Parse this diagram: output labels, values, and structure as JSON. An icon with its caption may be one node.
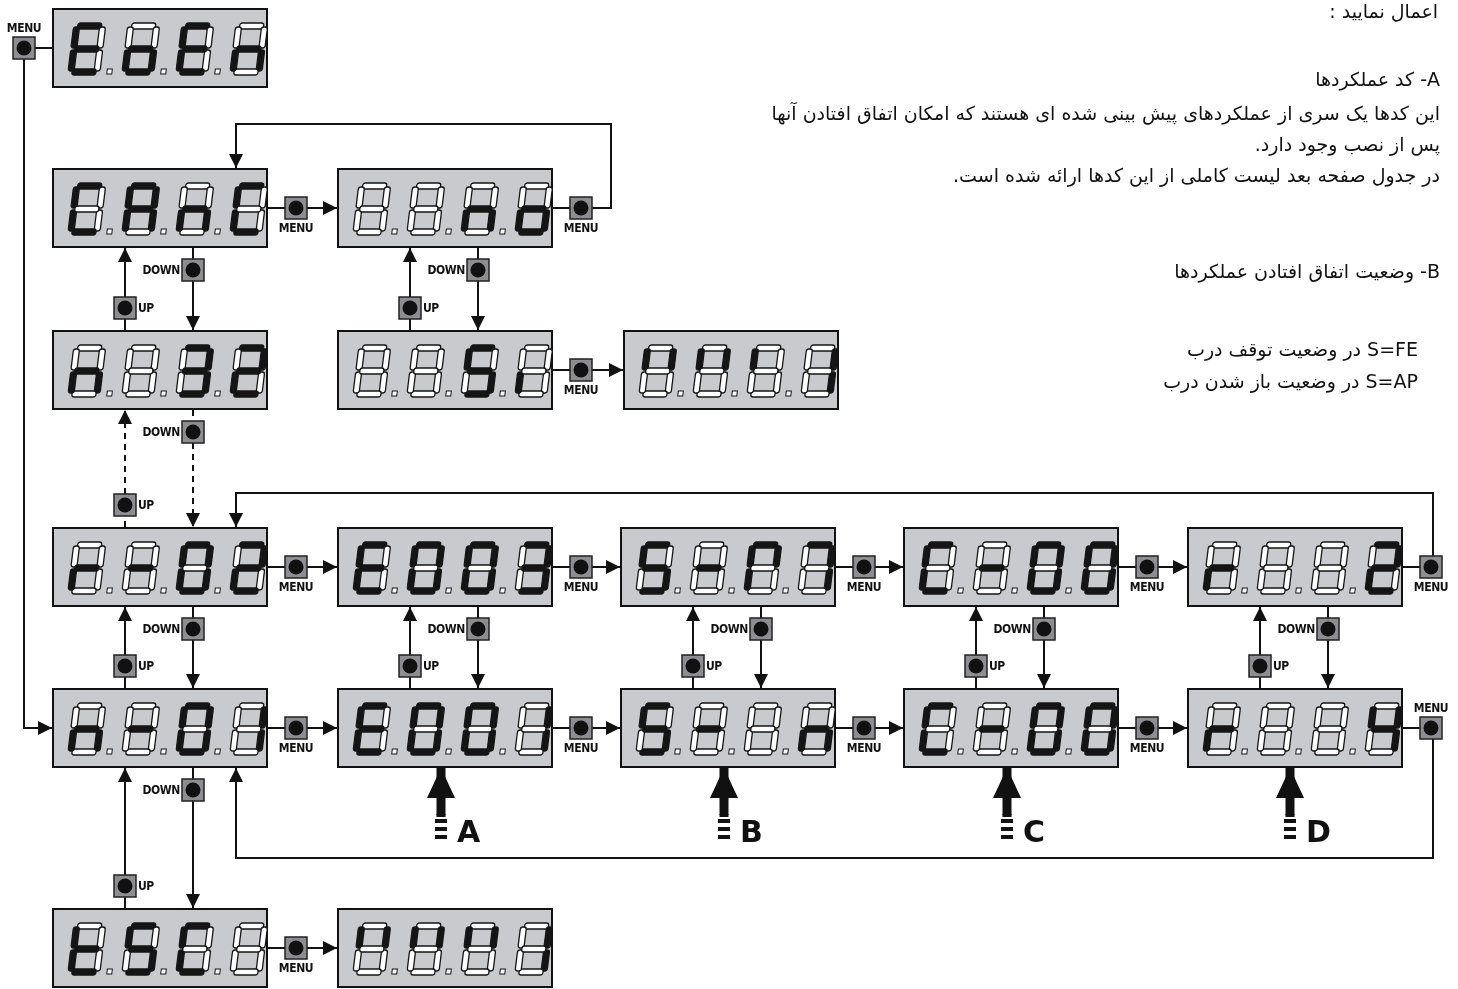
{
  "diagram": {
    "nodes": [
      {
        "text": [],
        "shape": "display"
      },
      {
        "text": [],
        "shape": "display"
      },
      {
        "text": [],
        "shape": "display"
      },
      {
        "text": [],
        "shape": "display"
      },
      {
        "text": [],
        "shape": "display"
      },
      {
        "text": [],
        "shape": "display"
      },
      {
        "text": [],
        "shape": "display"
      },
      {
        "text": [],
        "shape": "display"
      },
      {
        "text": [],
        "shape": "display"
      },
      {
        "text": [],
        "shape": "display"
      },
      {
        "text": [],
        "shape": "display"
      },
      {
        "text": [],
        "shape": "display"
      },
      {
        "text": [],
        "shape": "display"
      },
      {
        "text": [],
        "shape": "display"
      },
      {
        "text": [],
        "shape": "display"
      },
      {
        "text": [],
        "shape": "display"
      },
      {
        "text": [],
        "shape": "display"
      },
      {
        "text": [],
        "shape": "display"
      },
      {
        "text": [
          "A"
        ]
      },
      {
        "text": [
          "B"
        ]
      },
      {
        "text": [
          "C"
        ]
      },
      {
        "text": [
          "D"
        ]
      }
    ],
    "edges": [
      {
        "from": 0,
        "to": 11,
        "arrow": "to",
        "label": "MENU"
      },
      {
        "from": 1,
        "to": 2,
        "arrow": "to",
        "label": "MENU"
      },
      {
        "from": 2,
        "to": 1,
        "arrow": "to",
        "label": "MENU"
      },
      {
        "from": 1,
        "to": 3,
        "arrow": "to",
        "label": "DOWN"
      },
      {
        "from": 3,
        "to": 1,
        "arrow": "to",
        "label": "UP"
      },
      {
        "from": 2,
        "to": 4,
        "arrow": "to",
        "label": "DOWN"
      },
      {
        "from": 4,
        "to": 2,
        "arrow": "to",
        "label": "UP"
      },
      {
        "from": 4,
        "to": 5,
        "arrow": "to",
        "label": "MENU"
      },
      {
        "from": 3,
        "to": 6,
        "arrow": "to",
        "label": "DOWN",
        "style": "dashed"
      },
      {
        "from": 6,
        "to": 3,
        "arrow": "to",
        "label": "UP",
        "style": "dashed"
      },
      {
        "from": 6,
        "to": 7,
        "arrow": "to",
        "label": "MENU"
      },
      {
        "from": 7,
        "to": 8,
        "arrow": "to",
        "label": "MENU"
      },
      {
        "from": 8,
        "to": 9,
        "arrow": "to",
        "label": "MENU"
      },
      {
        "from": 9,
        "to": 10,
        "arrow": "to",
        "label": "MENU"
      },
      {
        "from": 10,
        "to": 6,
        "arrow": "to",
        "label": "MENU"
      },
      {
        "from": 6,
        "to": 11,
        "arrow": "to",
        "label": "DOWN"
      },
      {
        "from": 11,
        "to": 6,
        "arrow": "to",
        "label": "UP"
      },
      {
        "from": 7,
        "to": 12,
        "arrow": "to",
        "label": "DOWN"
      },
      {
        "from": 12,
        "to": 7,
        "arrow": "to",
        "label": "UP"
      },
      {
        "from": 8,
        "to": 13,
        "arrow": "to",
        "label": "DOWN"
      },
      {
        "from": 13,
        "to": 8,
        "arrow": "to",
        "label": "UP"
      },
      {
        "from": 9,
        "to": 14,
        "arrow": "to",
        "label": "DOWN"
      },
      {
        "from": 14,
        "to": 9,
        "arrow": "to",
        "label": "UP"
      },
      {
        "from": 10,
        "to": 15,
        "arrow": "to",
        "label": "DOWN"
      },
      {
        "from": 15,
        "to": 10,
        "arrow": "to",
        "label": "UP"
      },
      {
        "from": 11,
        "to": 12,
        "arrow": "to",
        "label": "MENU"
      },
      {
        "from": 12,
        "to": 13,
        "arrow": "to",
        "label": "MENU"
      },
      {
        "from": 13,
        "to": 14,
        "arrow": "to",
        "label": "MENU"
      },
      {
        "from": 14,
        "to": 15,
        "arrow": "to",
        "label": "MENU"
      },
      {
        "from": 15,
        "to": 11,
        "arrow": "to",
        "label": "MENU"
      },
      {
        "from": 11,
        "to": 16,
        "arrow": "to",
        "label": "DOWN"
      },
      {
        "from": 16,
        "to": 11,
        "arrow": "to",
        "label": "UP"
      },
      {
        "from": 16,
        "to": 17,
        "arrow": "to",
        "label": "MENU"
      },
      {
        "from": 18,
        "to": 12,
        "arrow": "to",
        "style": "thick"
      },
      {
        "from": 19,
        "to": 13,
        "arrow": "to",
        "style": "thick"
      },
      {
        "from": 20,
        "to": 14,
        "arrow": "to",
        "style": "thick"
      },
      {
        "from": 21,
        "to": 15,
        "arrow": "to",
        "style": "thick"
      }
    ],
    "labels": [
      "اعمال نمایید :",
      "A- کد عملکردها",
      "این کدها یک سری از عملکردهای پیش بینی شده ای هستند که امکان اتفاق افتادن آنها پس از نصب وجود دارد.",
      "در جدول صفحه بعد لیست کاملی از این کدها ارائه شده است.",
      "B- وضعیت اتفاق افتادن عملکردها",
      "S=FE  در وضعیت توقف درب",
      "S=AP  در وضعیت باز شدن درب"
    ]
  }
}
